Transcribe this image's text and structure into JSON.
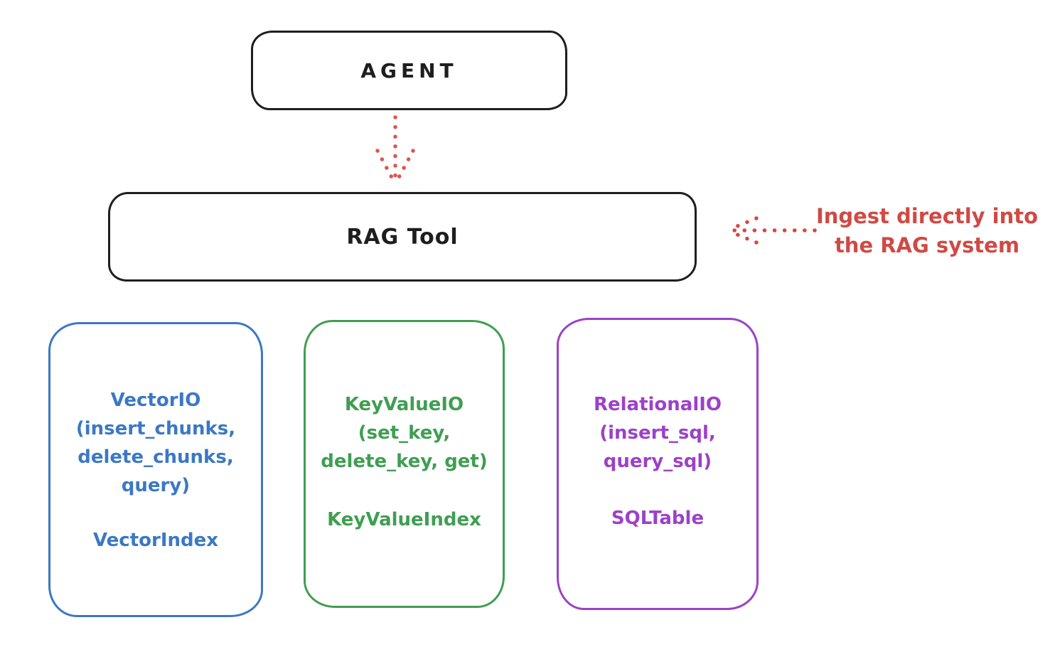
{
  "canvas": {
    "background": "#ffffff",
    "stroke_color": "#1e1e1e",
    "accent_red": "#cf4a45",
    "accent_blue": "#3b78c4",
    "accent_green": "#3f9e52",
    "accent_purple": "#9c41c9"
  },
  "agent": {
    "label": "AGENT"
  },
  "rag_tool": {
    "label": "RAG Tool"
  },
  "annotation": {
    "line1": "Ingest directly into",
    "line2": "the RAG system",
    "color": "#cf4a45"
  },
  "arrows": [
    {
      "name": "agent-to-rag-tool",
      "style": "dotted",
      "direction": "down",
      "color": "#de5650"
    },
    {
      "name": "ingest-into-rag",
      "style": "dotted",
      "direction": "left",
      "color": "#cf4a45"
    }
  ],
  "io_boxes": [
    {
      "methods": [
        "VectorIO",
        "(insert_chunks,",
        "delete_chunks,",
        "query)"
      ],
      "index_label": "VectorIndex",
      "color": "#3b78c4"
    },
    {
      "methods": [
        "KeyValueIO",
        "(set_key,",
        "delete_key, get)"
      ],
      "index_label": "KeyValueIndex",
      "color": "#3f9e52"
    },
    {
      "methods": [
        "RelationalIO",
        "(insert_sql,",
        "query_sql)"
      ],
      "index_label": "SQLTable",
      "color": "#9c41c9"
    }
  ]
}
